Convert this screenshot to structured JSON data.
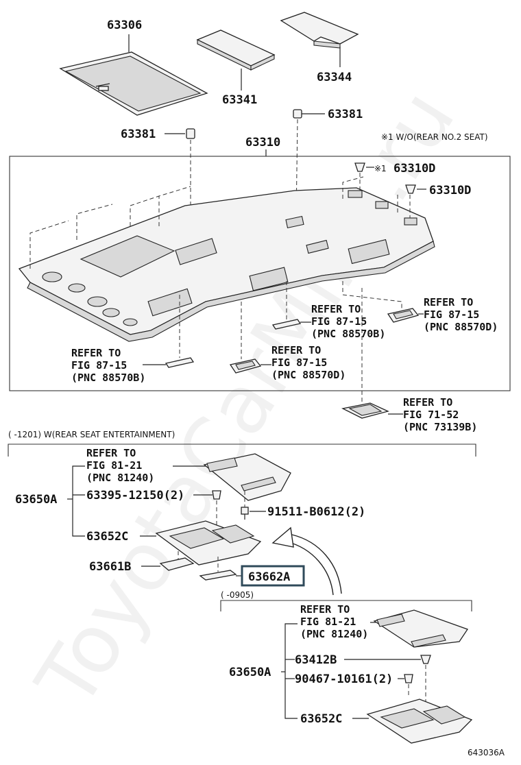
{
  "figure_id": "643036A",
  "watermark": "ToyotaCarMine.ru",
  "parts": {
    "p63306": "63306",
    "p63341": "63341",
    "p63344": "63344",
    "p63381_left": "63381",
    "p63381_right": "63381",
    "p63310": "63310",
    "p63310D_a": "63310D",
    "p63310D_b": "63310D",
    "p63650A_top": "63650A",
    "p63395": "63395-12150(2)",
    "p91511": "91511-B0612(2)",
    "p63652C_top": "63652C",
    "p63661B": "63661B",
    "p63662A": "63662A",
    "p63650A_bot": "63650A",
    "p63412B": "63412B",
    "p90467": "90467-10161(2)",
    "p63652C_bot": "63652C"
  },
  "notes": {
    "wo_rear_seat": "※1 W/O(REAR NO.2 SEAT)",
    "mark_1": "※1",
    "rear_ent": "(      -1201) W(REAR SEAT ENTERTAINMENT)",
    "until_0905": "(      -0905)"
  },
  "refs": {
    "r1": {
      "l1": "REFER TO",
      "l2": "FIG 87-15",
      "l3": "(PNC 88570B)"
    },
    "r2": {
      "l1": "REFER TO",
      "l2": "FIG 87-15",
      "l3": "(PNC 88570D)"
    },
    "r3": {
      "l1": "REFER TO",
      "l2": "FIG 87-15",
      "l3": "(PNC 88570B)"
    },
    "r4": {
      "l1": "REFER TO",
      "l2": "FIG 87-15",
      "l3": "(PNC 88570D)"
    },
    "r5": {
      "l1": "REFER TO",
      "l2": "FIG 71-52",
      "l3": "(PNC 73139B)"
    },
    "r6": {
      "l1": "REFER TO",
      "l2": "FIG 81-21",
      "l3": "(PNC 81240)"
    },
    "r7": {
      "l1": "REFER TO",
      "l2": "FIG 81-21",
      "l3": "(PNC 81240)"
    }
  },
  "colors": {
    "highlight_box": "#2f4a5a"
  }
}
